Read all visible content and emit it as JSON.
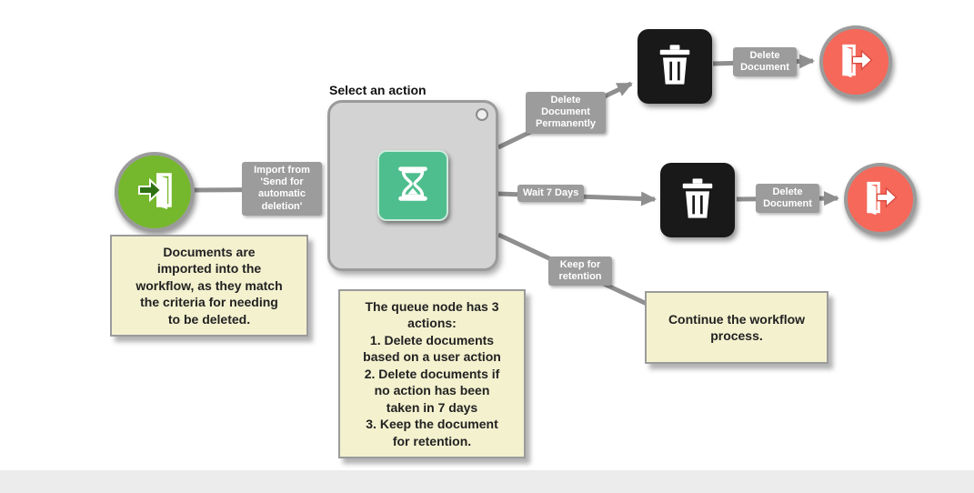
{
  "title": "Select an action",
  "edge_labels": {
    "import": "Import from\n'Send for\nautomatic\ndeletion'",
    "delete_permanently": "Delete\nDocument\nPermanently",
    "wait": "Wait 7 Days",
    "keep": "Keep for\nretention",
    "delete_document_top": "Delete\nDocument",
    "delete_document_middle": "Delete\nDocument"
  },
  "notes": {
    "import": "Documents are\nimported into the\nworkflow, as they match\nthe criteria for needing\nto be deleted.",
    "queue": "The queue node has 3\nactions:\n1. Delete documents\nbased on a user action\n2. Delete documents if\nno action has been\ntaken in 7 days\n3. Keep the document\nfor retention.",
    "continue": "Continue the workflow\nprocess."
  },
  "icons": {
    "start": "door-enter-icon",
    "end": "door-exit-icon",
    "queue": "hourglass-icon",
    "delete": "trash-icon"
  },
  "colors": {
    "start_node": "#76b82d",
    "end_node": "#f5685a",
    "queue_node": "#d3d3d3",
    "hourglass_tile": "#4fbe8e",
    "trash_tile": "#191919",
    "label_chip": "#9c9c9c",
    "note_bg": "#f4f1cf",
    "arrow": "#8f8f8f"
  }
}
